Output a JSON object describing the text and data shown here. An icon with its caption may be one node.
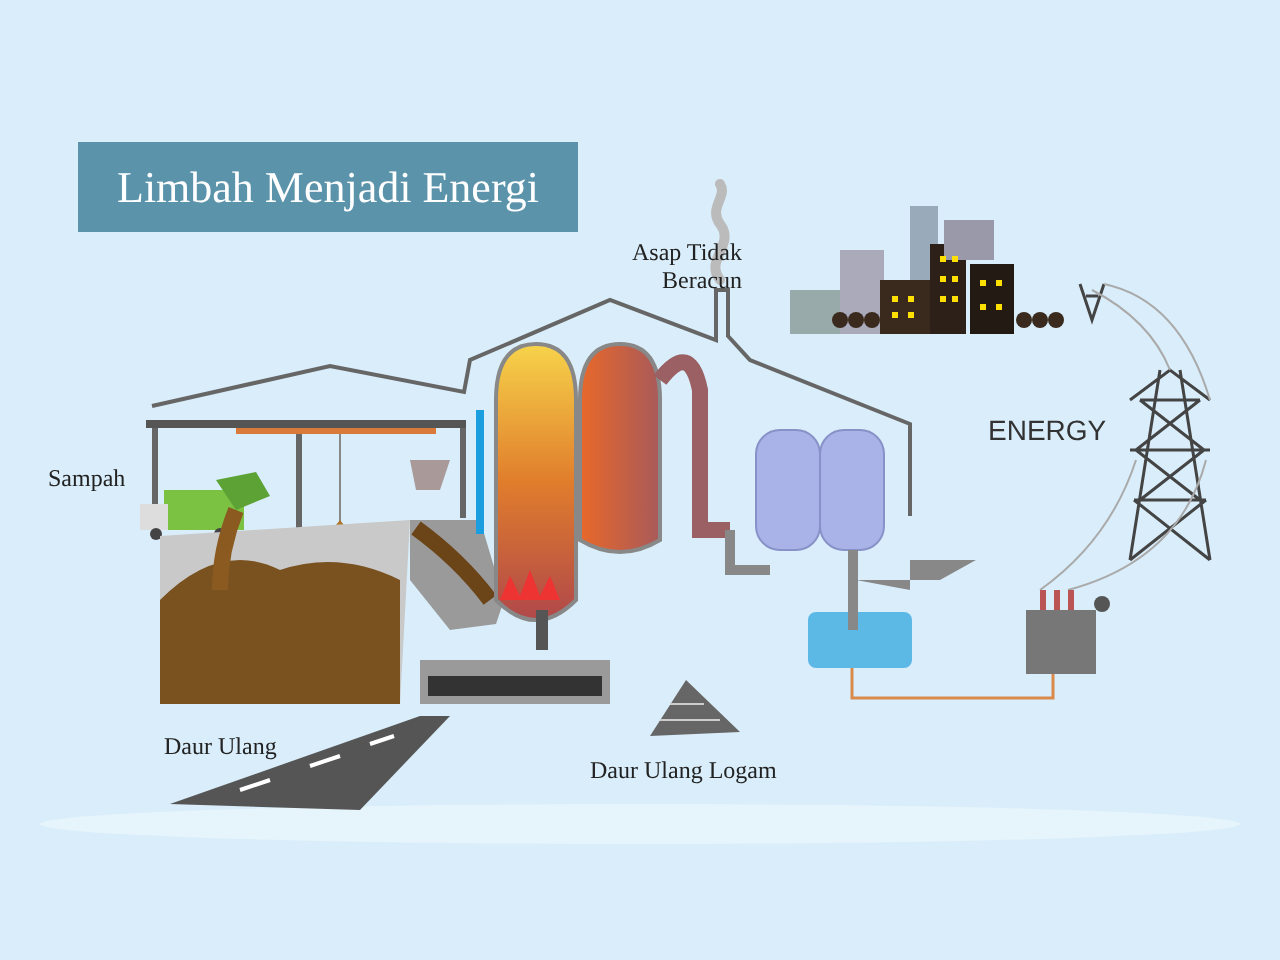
{
  "diagram": {
    "title": "Limbah Menjadi Energi",
    "nodes": [
      {
        "text": [],
        "shape": "box"
      },
      {
        "text": [],
        "shape": "box"
      }
    ],
    "edges": [
      {
        "from": 0,
        "to": 1,
        "arrow": "none"
      }
    ],
    "labels": [
      "Asap Tidak Beracun",
      "ENERGY",
      "Sampah",
      "Daur Ulang",
      "Daur Ulang Logam"
    ]
  }
}
